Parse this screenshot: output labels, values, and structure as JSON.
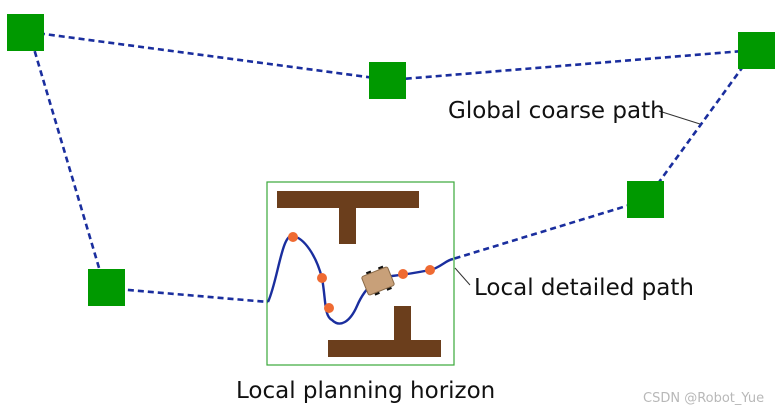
{
  "labels": {
    "global_path": "Global coarse path",
    "local_path": "Local detailed path",
    "horizon": "Local planning horizon"
  },
  "watermark": "CSDN @Robot_Yue",
  "colors": {
    "waypoint": "#009900",
    "path": "#1a2e9e",
    "obstacle": "#6b3e1c",
    "sample_point": "#ef6a32",
    "robot_body": "#c8a079",
    "horizon_border": "#3aa83a",
    "leader_line": "#333333"
  }
}
